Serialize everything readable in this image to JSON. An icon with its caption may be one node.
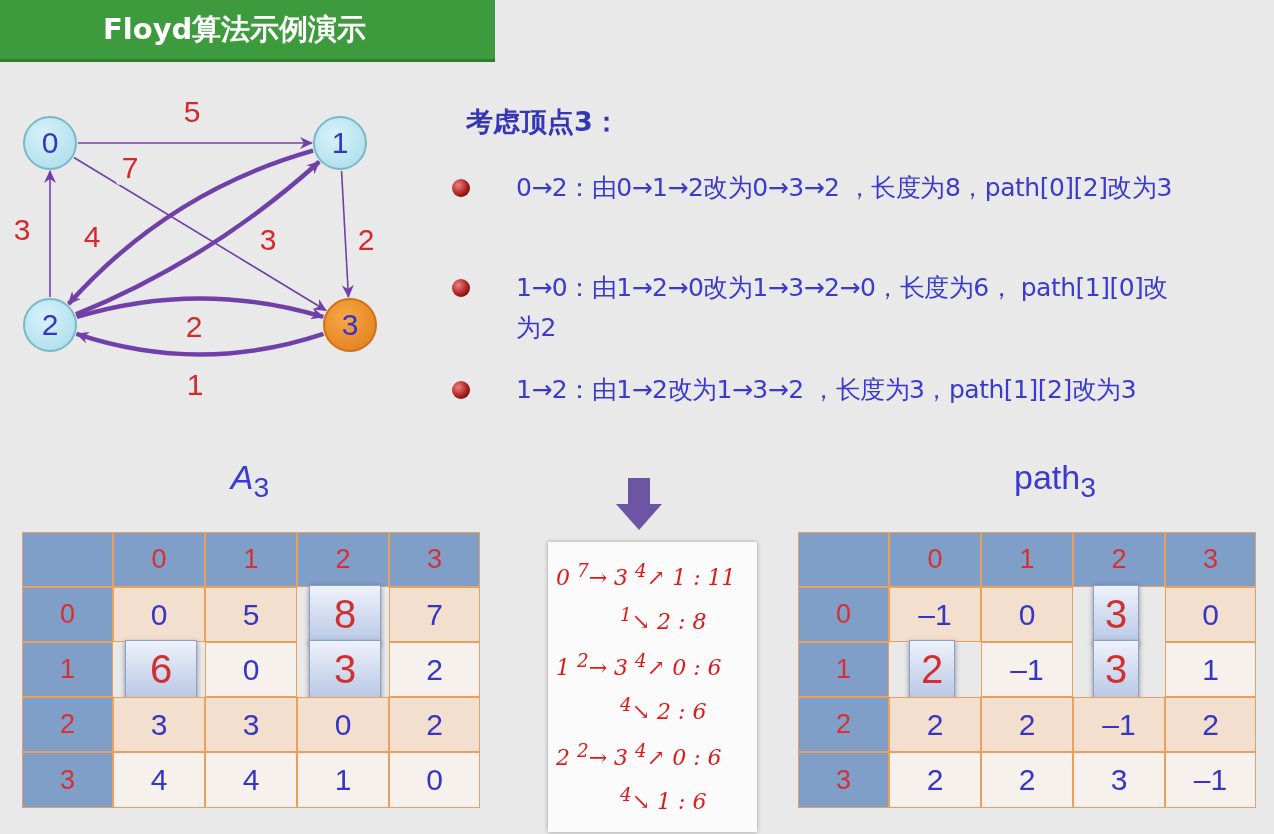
{
  "diagram": {
    "title": "Floyd算法示例演示",
    "nodes": [
      {
        "text": [
          "0"
        ]
      },
      {
        "text": [
          "1"
        ]
      },
      {
        "text": [
          "2"
        ]
      },
      {
        "text": [
          "3"
        ]
      }
    ],
    "edges": [
      {
        "from": 0,
        "to": 1,
        "arrow": "to",
        "label": "5"
      },
      {
        "from": 0,
        "to": 3,
        "arrow": "to",
        "label": "7"
      },
      {
        "from": 1,
        "to": 3,
        "arrow": "to",
        "label": "2"
      },
      {
        "from": 1,
        "to": 2,
        "arrow": "to",
        "label": "4",
        "style": "thick"
      },
      {
        "from": 2,
        "to": 1,
        "arrow": "to",
        "label": "3",
        "style": "thick"
      },
      {
        "from": 2,
        "to": 0,
        "arrow": "to",
        "label": "3"
      },
      {
        "from": 2,
        "to": 3,
        "arrow": "to",
        "label": "2",
        "style": "thick"
      },
      {
        "from": 3,
        "to": 2,
        "arrow": "to",
        "label": "1",
        "style": "thick"
      }
    ],
    "labels": [
      "考虑顶点3：",
      "0→2：由0→1→2改为0→3→2 ，长度为8，path[0][2]改为3",
      "1→0：由1→2→0改为1→3→2→0，长度为6， path[1][0]改为2",
      "1→2：由1→2改为1→3→2 ，长度为3，path[1][2]改为3",
      "*A*$_{3}$",
      "path$_{3}$",
      "0",
      "1",
      "2",
      "3",
      "0",
      "0",
      "5",
      "8",
      "7",
      "1",
      "6",
      "0",
      "3",
      "2",
      "2",
      "3",
      "3",
      "0",
      "2",
      "3",
      "4",
      "4",
      "1",
      "0",
      "0 $^{7}$→ 3 $^{4}$↗ 1 : 11",
      "$^{1}$↘ 2 : 8",
      "1 $^{2}$→ 3 $^{4}$↗ 0 : 6",
      "$^{4}$↘ 2 : 6",
      "2 $^{2}$→ 3 $^{4}$↗ 0 : 6",
      "$^{4}$↘ 1 : 6",
      "0",
      "1",
      "2",
      "3",
      "0",
      "–1",
      "0",
      "3",
      "0",
      "1",
      "2",
      "–1",
      "3",
      "1",
      "2",
      "2",
      "2",
      "–1",
      "2",
      "3",
      "2",
      "2",
      "3",
      "–1"
    ]
  }
}
